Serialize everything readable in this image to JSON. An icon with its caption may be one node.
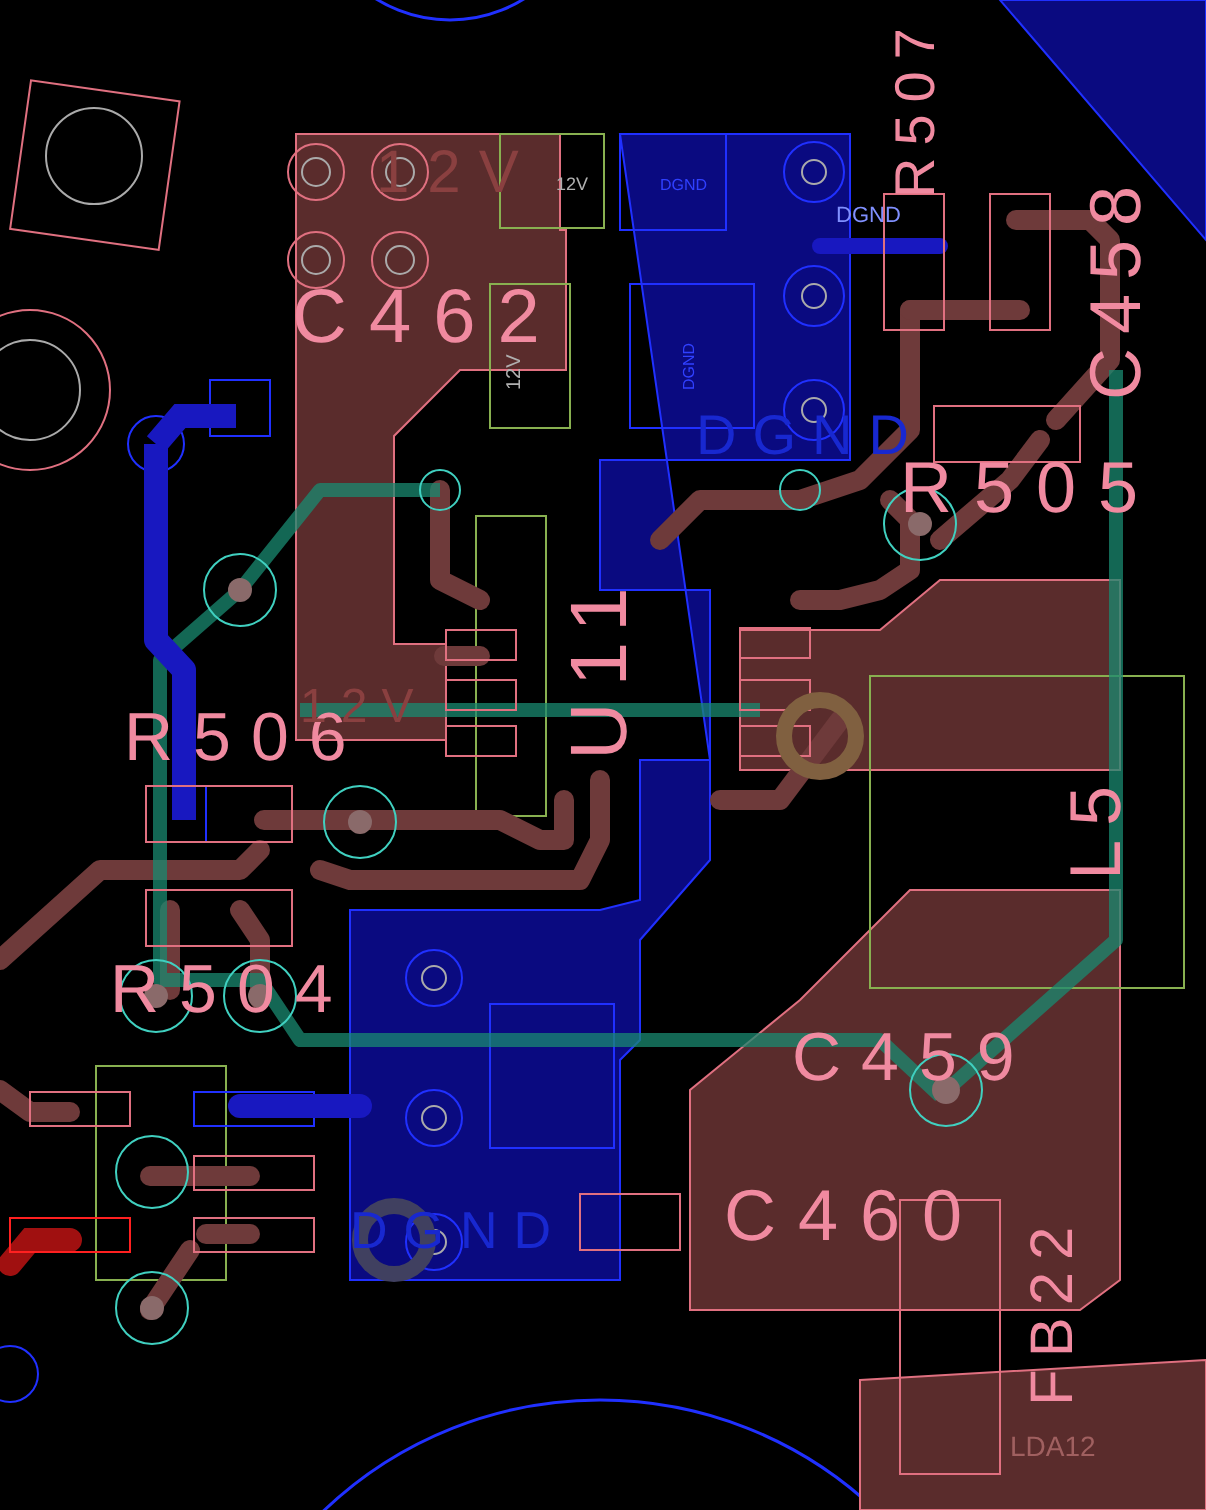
{
  "diagram": {
    "labels": [
      "12V",
      "C462",
      "12V",
      "12V",
      "DGND",
      "DGND",
      "DGND",
      "DGND",
      "R507",
      "C458",
      "R505",
      "U11",
      "R506",
      "12V",
      "L5",
      "R504",
      "C459",
      "DGND",
      "C460",
      "FB22",
      "LDA12"
    ]
  }
}
